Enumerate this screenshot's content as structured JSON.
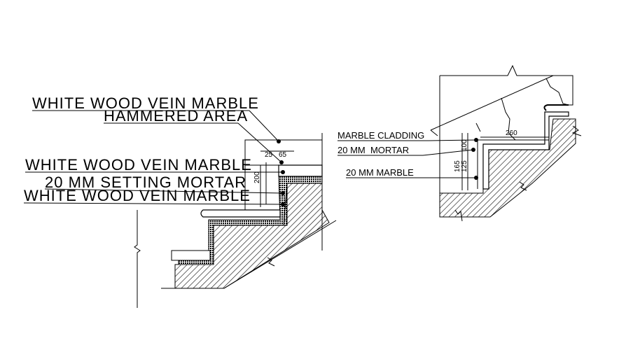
{
  "left_detail": {
    "labels": {
      "marble_top": "WHITE WOOD VEIN MARBLE",
      "hammered": "HAMMERED AREA",
      "marble_mid": "WHITE WOOD VEIN MARBLE",
      "mortar": "20 MM SETTING MORTAR",
      "marble_bottom": "WHITE WOOD VEIN MARBLE"
    },
    "dims": {
      "d25": "25",
      "d65": "65",
      "d200": "200"
    }
  },
  "right_detail": {
    "labels": {
      "cladding": "MARBLE CLADDING",
      "mortar": "20 MM  MORTAR",
      "marble": "20 MM MARBLE"
    },
    "dims": {
      "d260": "260",
      "d100": "100",
      "d165": "165",
      "d125": "125"
    }
  }
}
